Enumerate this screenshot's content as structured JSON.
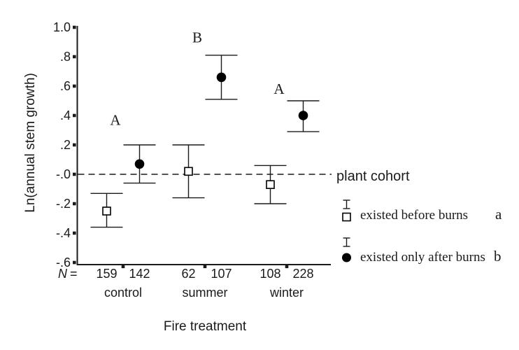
{
  "figure": {
    "background": "#ffffff",
    "text_color": "#1a1a1a",
    "y_axis_title": "Ln(annual stem growth)",
    "x_axis_title": "Fire treatment",
    "zero_line_label": "plant cohort",
    "n_label": "N",
    "n_equals": "=",
    "legend": {
      "entries": [
        {
          "label": "existed before burns",
          "suffix_letter": "a",
          "marker": "open-square"
        },
        {
          "label": "existed only after burns",
          "suffix_letter": "b",
          "marker": "filled-circle"
        }
      ]
    }
  },
  "chart_data": {
    "type": "scatter",
    "subtype": "means-with-error-bars",
    "title": "",
    "xlabel": "Fire treatment",
    "ylabel": "Ln(annual stem growth)",
    "ylim": [
      -0.6,
      1.0
    ],
    "grid": false,
    "legend_position": "right",
    "y_ticks": [
      {
        "label": "1.0",
        "value": 1.0
      },
      {
        "label": ".8",
        "value": 0.8
      },
      {
        "label": ".6",
        "value": 0.6
      },
      {
        "label": ".4",
        "value": 0.4
      },
      {
        "label": ".2",
        "value": 0.2
      },
      {
        "label": "-.0",
        "value": 0.0
      },
      {
        "label": "-.2",
        "value": -0.2
      },
      {
        "label": "-.4",
        "value": -0.4
      },
      {
        "label": "-.6",
        "value": -0.6
      }
    ],
    "categories": [
      "control",
      "summer",
      "winter"
    ],
    "series": [
      {
        "name": "existed before burns",
        "marker": "open-square",
        "cohort_letter": "a",
        "means": [
          -0.25,
          0.02,
          -0.07
        ],
        "ci_low": [
          -0.36,
          -0.16,
          -0.2
        ],
        "ci_high": [
          -0.13,
          0.2,
          0.06
        ],
        "n": [
          159,
          62,
          108
        ]
      },
      {
        "name": "existed only after burns",
        "marker": "filled-circle",
        "cohort_letter": "b",
        "means": [
          0.07,
          0.66,
          0.4
        ],
        "ci_low": [
          -0.06,
          0.51,
          0.29
        ],
        "ci_high": [
          0.2,
          0.81,
          0.5
        ],
        "n": [
          142,
          107,
          228
        ]
      }
    ],
    "significance_letters": [
      {
        "text": "A",
        "category": "control",
        "y": 0.37
      },
      {
        "text": "B",
        "category": "summer",
        "y": 0.93
      },
      {
        "text": "A",
        "category": "winter",
        "y": 0.58
      }
    ],
    "zero_line": {
      "value": 0.0,
      "style": "dashed",
      "label": "plant cohort"
    }
  }
}
